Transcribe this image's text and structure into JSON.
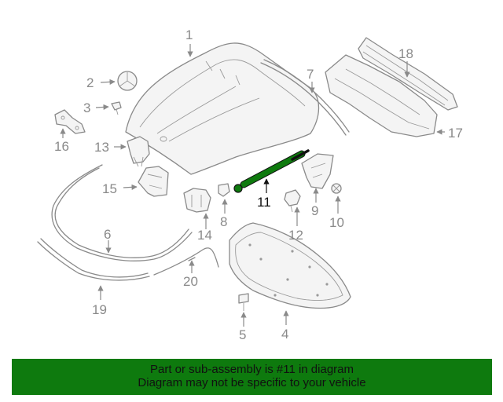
{
  "diagram": {
    "highlighted_callout": "11",
    "colors": {
      "parts": "#8a8a8a",
      "highlight_part": "#0e7a0e",
      "highlight_label": "#111111",
      "banner_bg": "#0e7a0e"
    },
    "callouts": [
      "1",
      "2",
      "3",
      "4",
      "5",
      "6",
      "7",
      "8",
      "9",
      "10",
      "11",
      "12",
      "13",
      "14",
      "15",
      "16",
      "17",
      "18",
      "19",
      "20"
    ]
  },
  "banner": {
    "line1": "Part or sub-assembly is #11 in diagram",
    "line2": "Diagram may not be specific to your vehicle"
  }
}
